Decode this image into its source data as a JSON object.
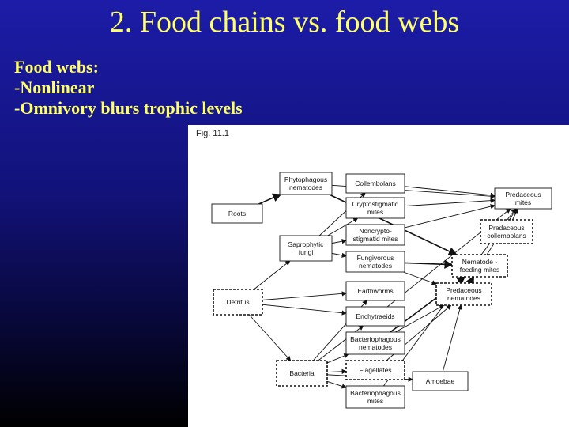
{
  "slide": {
    "title": "2. Food chains vs. food webs",
    "lines": [
      "Food webs:",
      "-Nonlinear",
      "-Omnivory blurs trophic levels"
    ]
  },
  "figure": {
    "label": "Fig. 11.1",
    "nodes": [
      {
        "id": "roots",
        "lines": [
          "Roots"
        ],
        "dashed": false
      },
      {
        "id": "detritus",
        "lines": [
          "Detritus"
        ],
        "dashed": true
      },
      {
        "id": "bacteria",
        "lines": [
          "Bacteria"
        ],
        "dashed": true
      },
      {
        "id": "phytophagous-nematodes",
        "lines": [
          "Phytophagous",
          "nematodes"
        ],
        "dashed": false
      },
      {
        "id": "saprophytic-fungi",
        "lines": [
          "Saprophytic",
          "fungi"
        ],
        "dashed": false
      },
      {
        "id": "collembolans",
        "lines": [
          "Collembolans"
        ],
        "dashed": false
      },
      {
        "id": "cryptostigmatid-mites",
        "lines": [
          "Cryptostigmatid",
          "mites"
        ],
        "dashed": false
      },
      {
        "id": "noncryptostigmatid-mites",
        "lines": [
          "Noncrypto-",
          "stigmatid mites"
        ],
        "dashed": false
      },
      {
        "id": "fungivorous-nematodes",
        "lines": [
          "Fungivorous",
          "nematodes"
        ],
        "dashed": false
      },
      {
        "id": "earthworms",
        "lines": [
          "Earthworms"
        ],
        "dashed": false
      },
      {
        "id": "enchytraeids",
        "lines": [
          "Enchytraeids"
        ],
        "dashed": false
      },
      {
        "id": "bacteriophagous-nematodes",
        "lines": [
          "Bacteriophagous",
          "nematodes"
        ],
        "dashed": false
      },
      {
        "id": "flagellates",
        "lines": [
          "Flagellates"
        ],
        "dashed": true
      },
      {
        "id": "bacteriophagous-mites",
        "lines": [
          "Bacteriophagous",
          "mites"
        ],
        "dashed": false
      },
      {
        "id": "amoebae",
        "lines": [
          "Amoebae"
        ],
        "dashed": false
      },
      {
        "id": "predaceous-mites",
        "lines": [
          "Predaceous",
          "mites"
        ],
        "dashed": false
      },
      {
        "id": "predaceous-collembolans",
        "lines": [
          "Predaceous",
          "collembolans"
        ],
        "dashed": true
      },
      {
        "id": "nematode-feeding-mites",
        "lines": [
          "Nematode -",
          "feeding mites"
        ],
        "dashed": true
      },
      {
        "id": "predaceous-nematodes",
        "lines": [
          "Predaceous",
          "nematodes"
        ],
        "dashed": true
      }
    ],
    "edges": [
      [
        "roots",
        "phytophagous-nematodes"
      ],
      [
        "detritus",
        "saprophytic-fungi"
      ],
      [
        "detritus",
        "bacteria"
      ],
      [
        "detritus",
        "earthworms"
      ],
      [
        "detritus",
        "enchytraeids"
      ],
      [
        "saprophytic-fungi",
        "collembolans"
      ],
      [
        "saprophytic-fungi",
        "cryptostigmatid-mites"
      ],
      [
        "saprophytic-fungi",
        "noncryptostigmatid-mites"
      ],
      [
        "saprophytic-fungi",
        "fungivorous-nematodes"
      ],
      [
        "bacteria",
        "bacteriophagous-nematodes"
      ],
      [
        "bacteria",
        "flagellates"
      ],
      [
        "bacteria",
        "bacteriophagous-mites"
      ],
      [
        "bacteria",
        "amoebae"
      ],
      [
        "bacteria",
        "earthworms"
      ],
      [
        "bacteria",
        "enchytraeids"
      ],
      [
        "phytophagous-nematodes",
        "predaceous-mites"
      ],
      [
        "phytophagous-nematodes",
        "nematode-feeding-mites"
      ],
      [
        "collembolans",
        "predaceous-mites"
      ],
      [
        "cryptostigmatid-mites",
        "predaceous-mites"
      ],
      [
        "noncryptostigmatid-mites",
        "predaceous-mites"
      ],
      [
        "fungivorous-nematodes",
        "nematode-feeding-mites"
      ],
      [
        "fungivorous-nematodes",
        "predaceous-nematodes"
      ],
      [
        "bacteriophagous-nematodes",
        "predaceous-nematodes"
      ],
      [
        "bacteriophagous-nematodes",
        "nematode-feeding-mites"
      ],
      [
        "flagellates",
        "predaceous-nematodes"
      ],
      [
        "amoebae",
        "predaceous-nematodes"
      ],
      [
        "predaceous-collembolans",
        "predaceous-mites"
      ],
      [
        "nematode-feeding-mites",
        "predaceous-mites"
      ],
      [
        "predaceous-nematodes",
        "nematode-feeding-mites"
      ],
      [
        "enchytraeids",
        "predaceous-mites"
      ],
      [
        "bacteriophagous-mites",
        "predaceous-mites"
      ]
    ]
  }
}
